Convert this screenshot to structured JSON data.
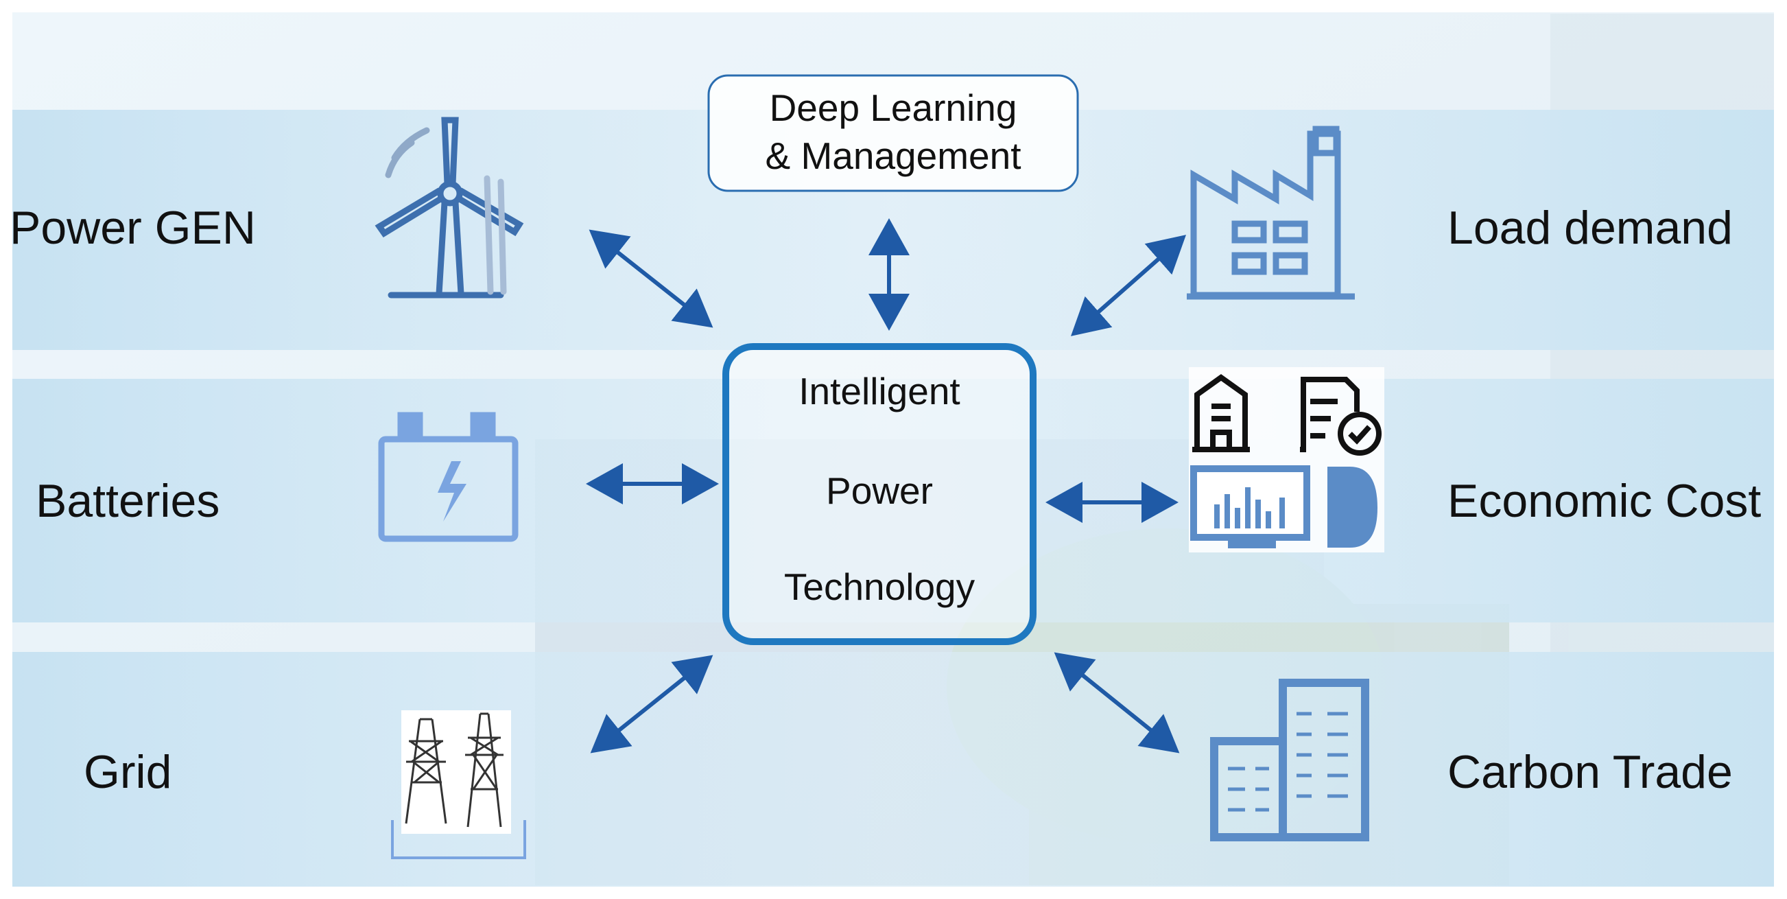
{
  "top_box": {
    "line1": "Deep Learning",
    "line2": "& Management"
  },
  "center_box": {
    "line1": "Intelligent",
    "line2": "Power",
    "line3": "Technology"
  },
  "left_labels": {
    "power_gen": "Power GEN",
    "batteries": "Batteries",
    "grid": "Grid"
  },
  "right_labels": {
    "load_demand": "Load demand",
    "economic_cost": "Economic Cost",
    "carbon_trade": "Carbon Trade"
  },
  "colors": {
    "arrow": "#1f5aa6",
    "center_border": "#1e78c0",
    "icon": "#5b8cc7",
    "band": "#cfe6f4",
    "background": "#e8f3fa"
  },
  "icons": [
    "wind-turbine-icon",
    "battery-icon",
    "transmission-tower-icon",
    "factory-icon",
    "economic-cost-icon",
    "office-building-icon"
  ]
}
